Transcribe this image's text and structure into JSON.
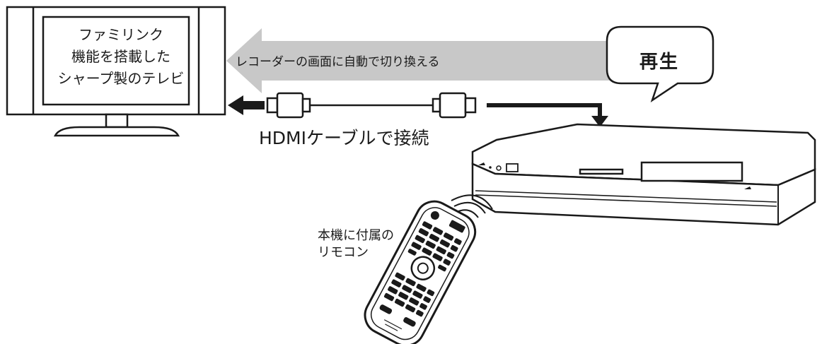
{
  "tv": {
    "label_lines": [
      "ファミリンク",
      "機能を搭載した",
      "シャープ製のテレビ"
    ]
  },
  "switch_arrow": {
    "label": "レコーダーの画面に自動で切り換える",
    "color": "#c8c8c8"
  },
  "play_bubble": {
    "label": "再生"
  },
  "hdmi": {
    "label": "HDMIケーブルで接続"
  },
  "remote": {
    "label_lines": [
      "本機に付属の",
      "リモコン"
    ]
  },
  "colors": {
    "line": "#1a1a1a",
    "fill": "#ffffff",
    "arrow": "#c8c8c8"
  }
}
